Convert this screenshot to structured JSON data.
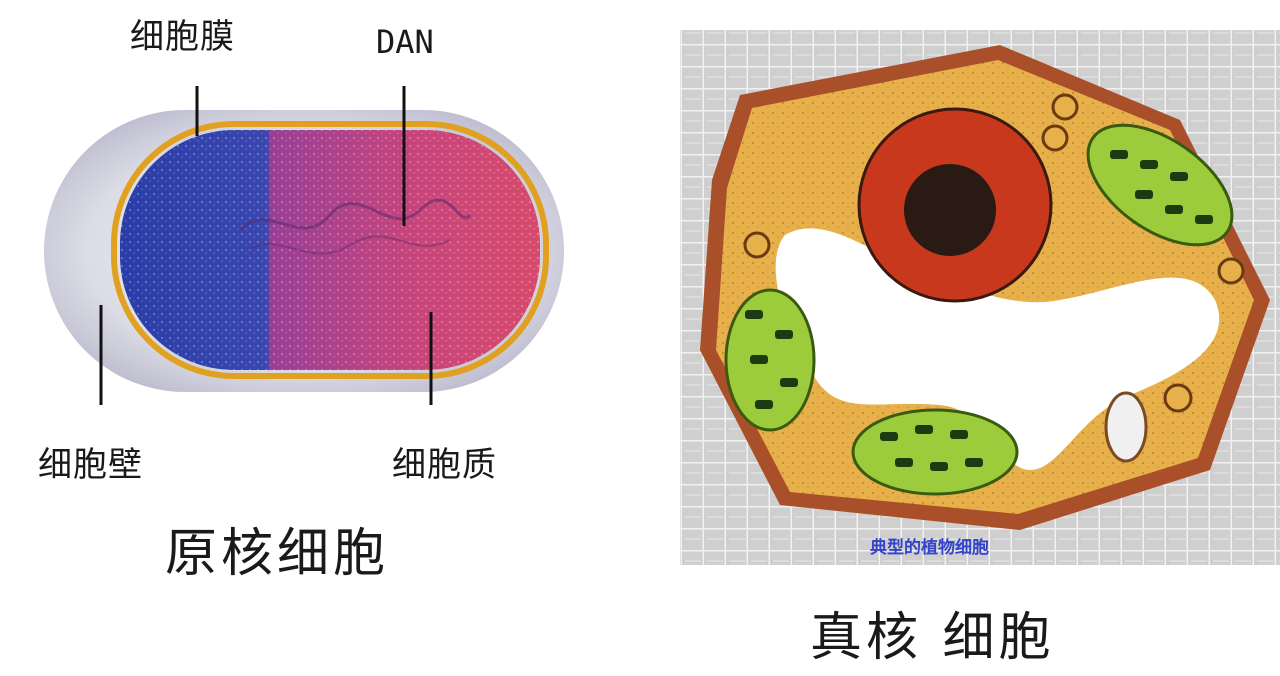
{
  "prokaryote": {
    "title": "原核细胞",
    "labels": {
      "membrane": "细胞膜",
      "dna": "DAN",
      "wall": "细胞壁",
      "cytoplasm": "细胞质"
    }
  },
  "eukaryote": {
    "title": "真核 细胞",
    "caption": "典型的植物细胞"
  },
  "colors": {
    "wall_outer": "#d8d8e0",
    "membrane_blue": "#2c3fa8",
    "cytoplasm_pink": "#c8447a",
    "membrane_gold": "#e0a020",
    "plant_bg": "#c9c9c9",
    "plant_cytoplasm": "#e8b04a",
    "plant_wall": "#a9502a",
    "nucleus": "#c8381c",
    "chloroplast": "#9ccc3c",
    "caption_blue": "#3344cc"
  }
}
